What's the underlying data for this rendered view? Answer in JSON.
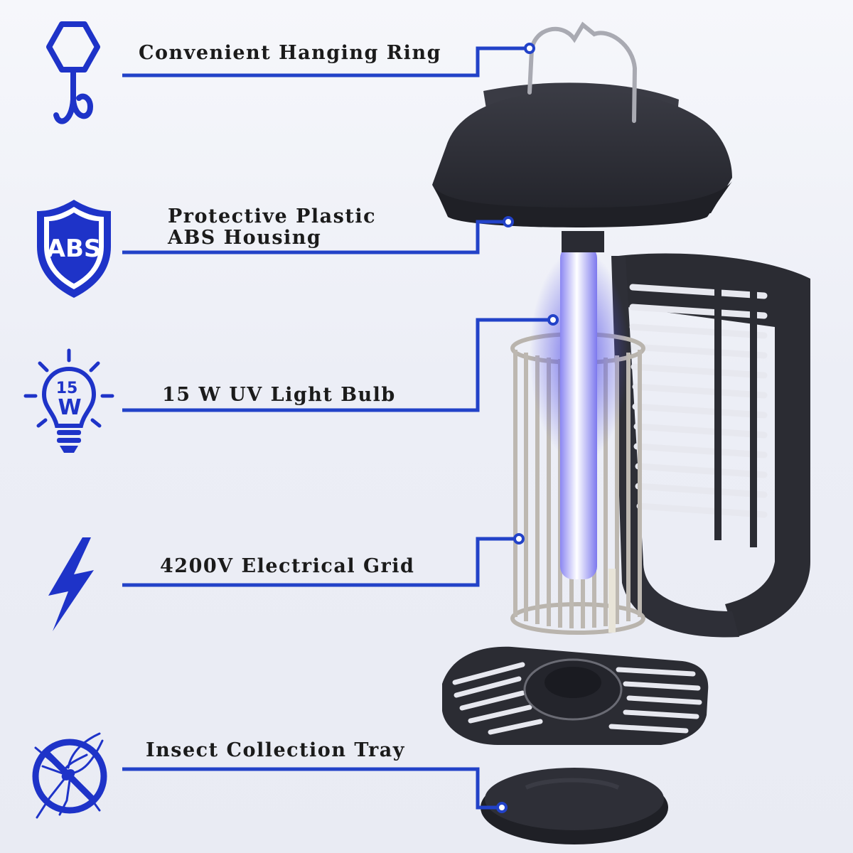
{
  "colors": {
    "accent_blue": "#1e33c8",
    "leader_blue": "#2242c8",
    "dark_part": "#2b2c33",
    "cage_metal": "#b9b4ad",
    "uv_glow": "#6f6cf0"
  },
  "features": [
    {
      "id": "ring",
      "icon": "hook-icon",
      "lines": [
        "Convenient Hanging Ring"
      ]
    },
    {
      "id": "housing",
      "icon": "abs-shield-icon",
      "badge": "ABS",
      "lines": [
        "Protective Plastic",
        "ABS Housing"
      ]
    },
    {
      "id": "bulb",
      "icon": "uv-bulb-icon",
      "badge_top": "15",
      "badge_bottom": "W",
      "lines": [
        "15 W UV Light Bulb"
      ]
    },
    {
      "id": "grid",
      "icon": "lightning-icon",
      "lines": [
        "4200V Electrical Grid"
      ]
    },
    {
      "id": "tray",
      "icon": "no-mosquito-icon",
      "lines": [
        "Insect Collection Tray"
      ]
    }
  ]
}
